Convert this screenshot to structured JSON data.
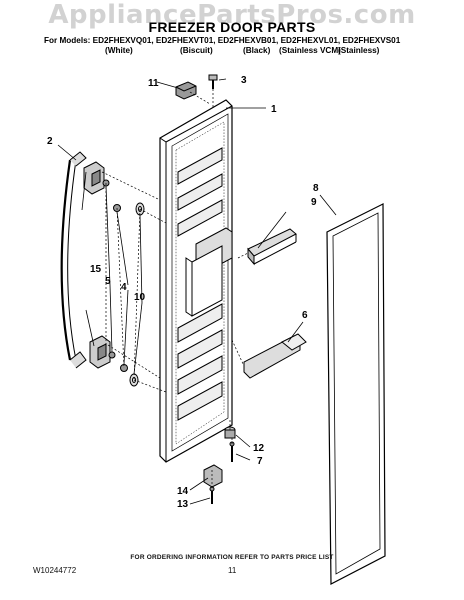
{
  "watermark": "AppliancePartsPros.com",
  "title": "FREEZER DOOR PARTS",
  "models_line": "For Models: ED2FHEXVQ01, ED2FHEXVT01, ED2FHEXVB01, ED2FHEXVL01, ED2FHEXVS01",
  "variants": [
    "(White)",
    "(Biscuit)",
    "(Black)",
    "(Stainless VCM)",
    "(Stainless)"
  ],
  "callouts": {
    "c1": "1",
    "c2": "2",
    "c3": "3",
    "c4": "4",
    "c5": "5",
    "c6": "6",
    "c7": "7",
    "c8": "8",
    "c9": "9",
    "c10": "10",
    "c11": "11",
    "c12": "12",
    "c13": "13",
    "c14": "14",
    "c15": "15"
  },
  "footer": {
    "note": "FOR ORDERING INFORMATION REFER TO PARTS PRICE LIST",
    "doc_id": "W10244772",
    "page": "11"
  },
  "colors": {
    "line": "#000000",
    "watermark": "#d2d2d2",
    "shade": "#cfcfcf"
  }
}
